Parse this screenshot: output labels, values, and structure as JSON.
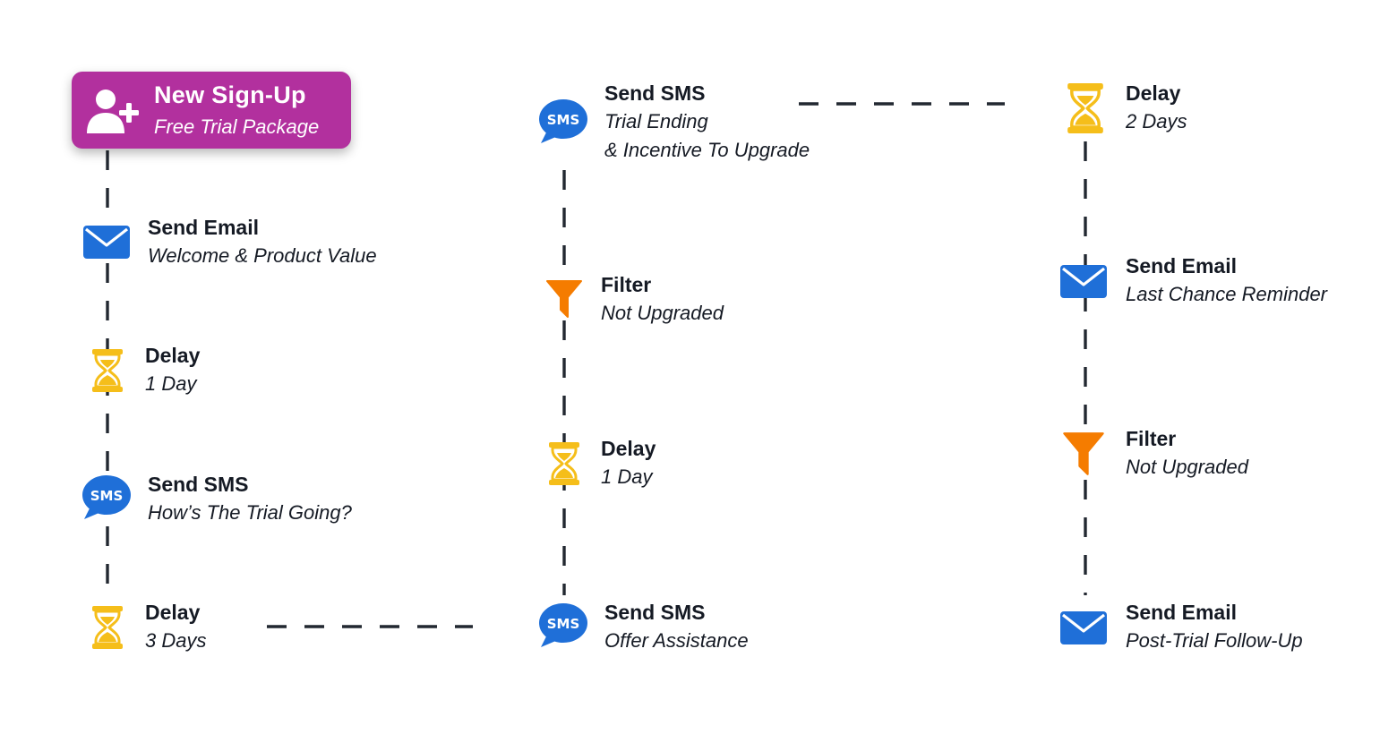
{
  "start": {
    "title": "New Sign-Up",
    "subtitle": "Free Trial Package"
  },
  "colors": {
    "start_fill": "#b2309e",
    "email": "#1f6fd8",
    "sms": "#1f6fd8",
    "delay": "#f5be1a",
    "filter": "#f57c00",
    "connector": "#222831"
  },
  "steps": [
    {
      "type": "email",
      "icon": "envelope-icon",
      "title": "Send Email",
      "subtitle": [
        "Welcome & Product Value"
      ]
    },
    {
      "type": "delay",
      "icon": "hourglass-icon",
      "title": "Delay",
      "subtitle": [
        "1 Day"
      ]
    },
    {
      "type": "sms",
      "icon": "sms-bubble-icon",
      "title": "Send SMS",
      "subtitle": [
        "How’s The Trial Going?"
      ]
    },
    {
      "type": "delay",
      "icon": "hourglass-icon",
      "title": "Delay",
      "subtitle": [
        "3 Days"
      ]
    },
    {
      "type": "sms",
      "icon": "sms-bubble-icon",
      "title": "Send SMS",
      "subtitle": [
        "Offer Assistance"
      ]
    },
    {
      "type": "delay",
      "icon": "hourglass-icon",
      "title": "Delay",
      "subtitle": [
        "1 Day"
      ]
    },
    {
      "type": "filter",
      "icon": "funnel-icon",
      "title": "Filter",
      "subtitle": [
        "Not Upgraded"
      ]
    },
    {
      "type": "sms",
      "icon": "sms-bubble-icon",
      "title": "Send SMS",
      "subtitle": [
        "Trial Ending",
        "& Incentive To Upgrade"
      ]
    },
    {
      "type": "delay",
      "icon": "hourglass-icon",
      "title": "Delay",
      "subtitle": [
        "2 Days"
      ]
    },
    {
      "type": "email",
      "icon": "envelope-icon",
      "title": "Send Email",
      "subtitle": [
        "Last Chance Reminder"
      ]
    },
    {
      "type": "filter",
      "icon": "funnel-icon",
      "title": "Filter",
      "subtitle": [
        "Not Upgraded"
      ]
    },
    {
      "type": "email",
      "icon": "envelope-icon",
      "title": "Send Email",
      "subtitle": [
        "Post-Trial Follow-Up"
      ]
    }
  ]
}
